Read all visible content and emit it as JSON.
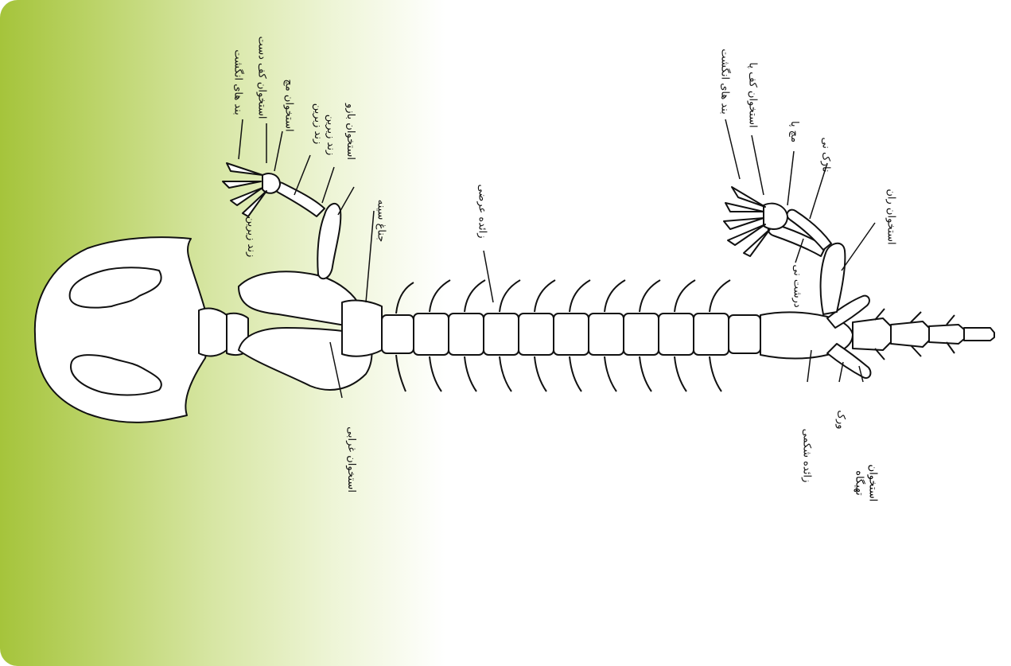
{
  "colors": {
    "panel_gradient_start": "#a5c43b",
    "panel_gradient_end": "#ffffff",
    "bone_fill": "#ffffff",
    "bone_stroke": "#111111"
  },
  "labels": {
    "front_limb": {
      "phalanges": "بند های انگشت",
      "metacarpal": "استخوان کف دست",
      "carpal": "استخوان مچ",
      "radius_a": "زند زبرین",
      "radius_b": "زند زیرین",
      "humerus": "استخوان بازو",
      "radius_ulna": "زند زیرین"
    },
    "body": {
      "rib": "جناغ سینه",
      "transverse_process": "زائده عرضی",
      "coracoid": "استخوان غرابی"
    },
    "hind_limb": {
      "phalanges": "بند های انگشت",
      "metatarsal": "استخوان کف پا",
      "tarsal": "مچ پا",
      "fibula": "نازک نی",
      "tibia": "درشت نی",
      "femur": "استخوان ران"
    },
    "pelvis": {
      "ventral_process": "زائده شکمی",
      "pubis": "ورک",
      "ilium_line1": "استخوان",
      "ilium_line2": "تهیگاه"
    }
  }
}
